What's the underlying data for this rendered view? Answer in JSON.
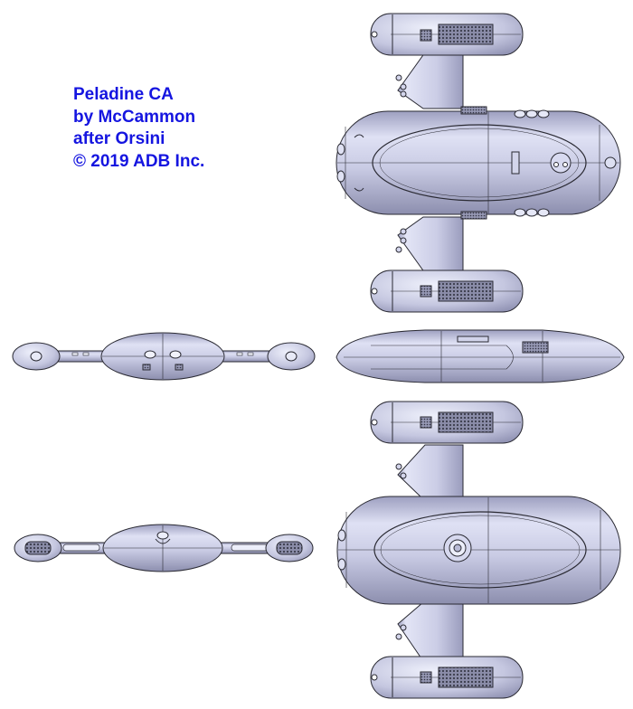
{
  "caption": {
    "lines": [
      "Peladine CA",
      "by McCammon",
      "after Orsini",
      "© 2019 ADB Inc."
    ],
    "color": "#1515e0"
  },
  "ship": {
    "hull_color": "#c7c8e2",
    "hull_shade": "#8f91b2",
    "hull_highlight": "#eef0fb",
    "line_color": "#2a2a33",
    "views": [
      "top-view",
      "front-view",
      "side-view",
      "bottom-view",
      "rear-view"
    ]
  }
}
